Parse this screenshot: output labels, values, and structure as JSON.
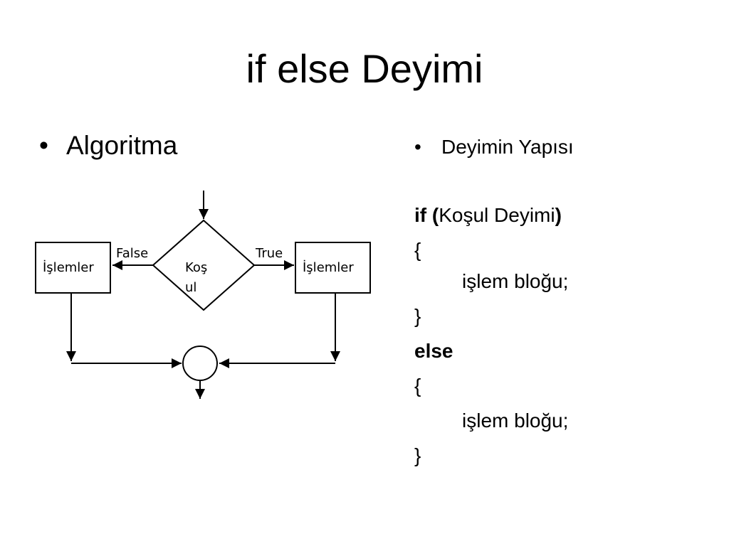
{
  "slide": {
    "title": "if else Deyimi"
  },
  "left": {
    "bullet": "•",
    "heading": "Algoritma"
  },
  "flowchart": {
    "condition_line1": "Koş",
    "condition_line2": "ul",
    "false_label": "False",
    "true_label": "True",
    "left_box": "İşlemler",
    "right_box": "İşlemler"
  },
  "right": {
    "bullet": "•",
    "heading": "Deyimin Yapısı",
    "code": {
      "if_keyword": "if",
      "open_paren": "(",
      "condition": "Koşul Deyimi",
      "close_paren": ")",
      "brace_open_1": "{",
      "block_1": "işlem bloğu;",
      "brace_close_1": "}",
      "else_keyword": "else",
      "brace_open_2": "{",
      "block_2": "işlem bloğu;",
      "brace_close_2": "}"
    }
  }
}
